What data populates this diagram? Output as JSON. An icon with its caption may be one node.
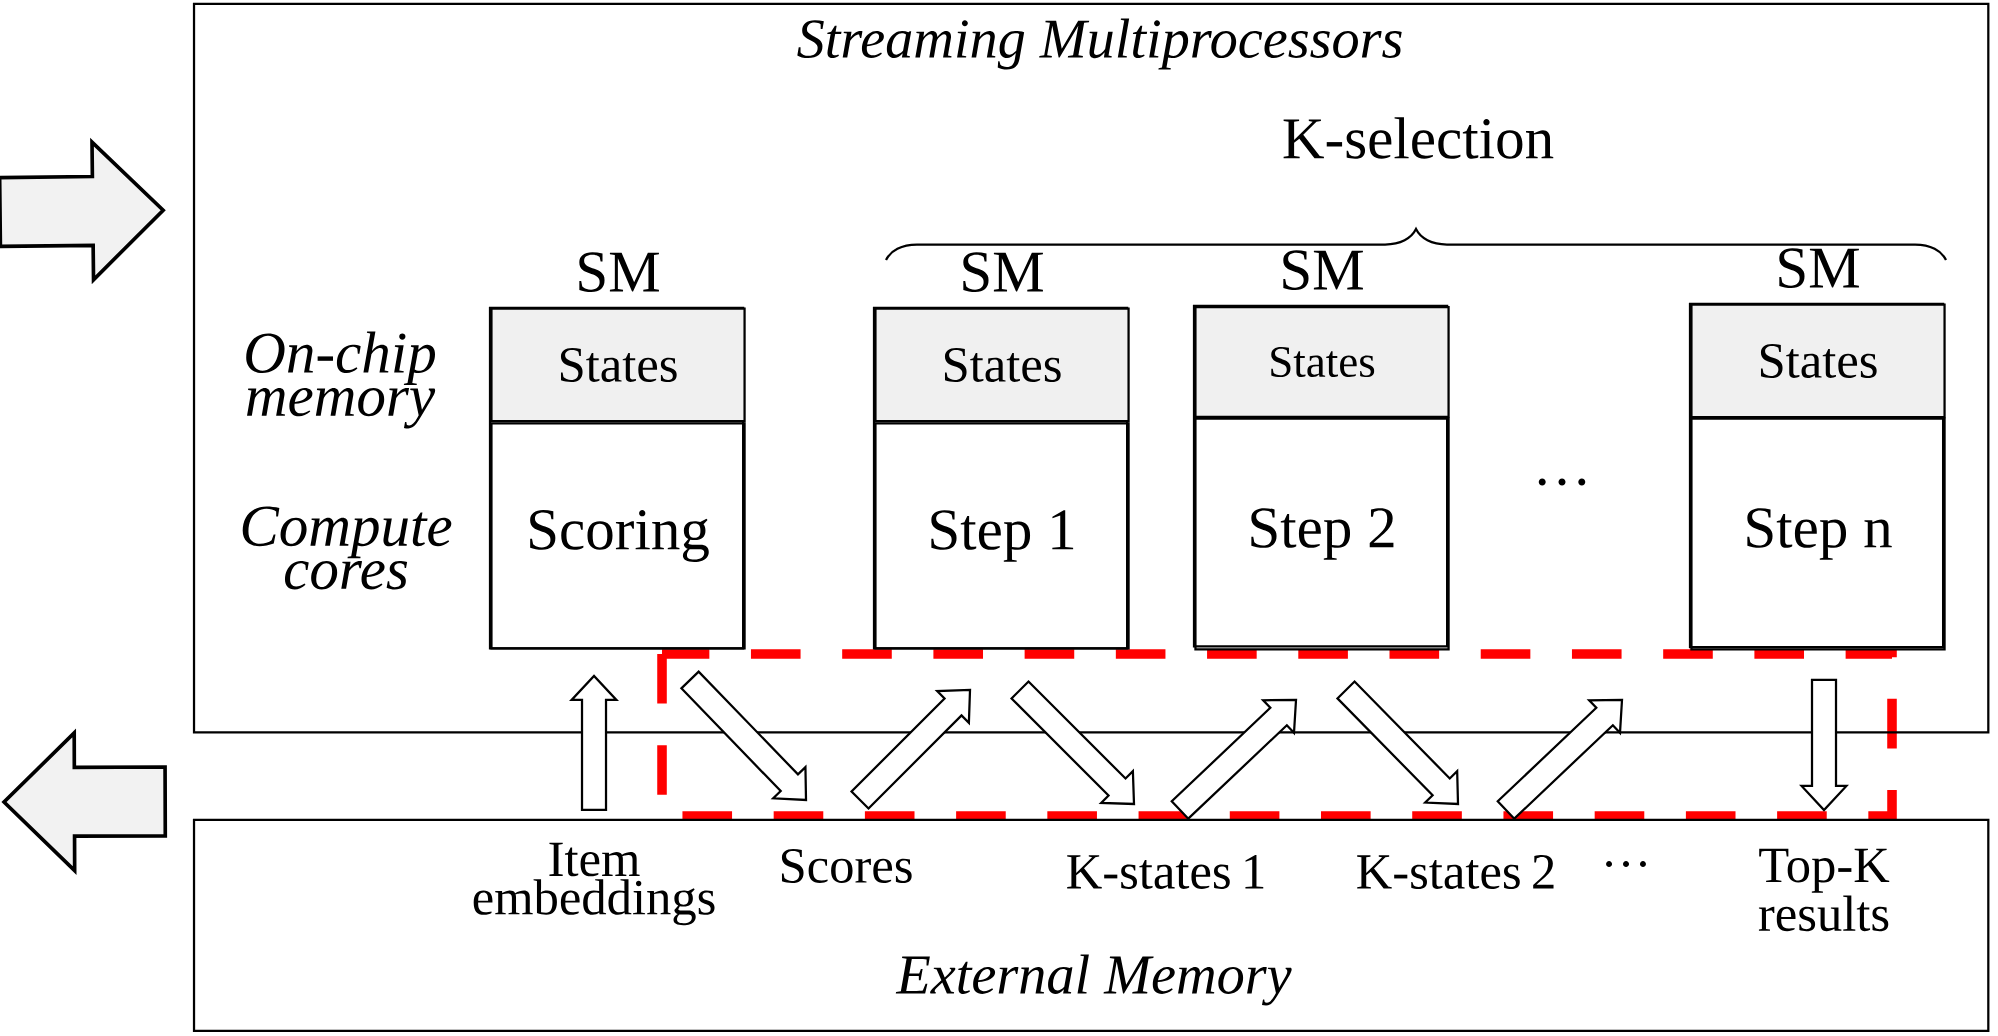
{
  "diagram": {
    "nodes": [
      {
        "text": [
          "Streaming Multiprocessors"
        ]
      },
      {
        "text": [
          "SM"
        ],
        "in": 0
      },
      {
        "text": [
          "States"
        ],
        "in": 1
      },
      {
        "text": [
          "Scoring"
        ],
        "in": 1
      },
      {
        "text": [
          "SM"
        ],
        "in": 0
      },
      {
        "text": [
          "States"
        ],
        "in": 4
      },
      {
        "text": [
          "Step 1"
        ],
        "in": 4
      },
      {
        "text": [
          "SM"
        ],
        "in": 0
      },
      {
        "text": [
          "States"
        ],
        "in": 7
      },
      {
        "text": [
          "Step 2"
        ],
        "in": 7
      },
      {
        "text": [
          "SM"
        ],
        "in": 0
      },
      {
        "text": [
          "States"
        ],
        "in": 10
      },
      {
        "text": [
          "Step n"
        ],
        "in": 10
      },
      {
        "text": [
          "External Memory"
        ]
      },
      {
        "text": [
          "Item embeddings"
        ],
        "in": 13
      },
      {
        "text": [
          "Scores"
        ],
        "in": 13
      },
      {
        "text": [
          "K-states 1"
        ],
        "in": 13
      },
      {
        "text": [
          "K-states 2"
        ],
        "in": 13
      },
      {
        "text": [
          "Top-K results"
        ],
        "in": 13
      }
    ],
    "edges": [
      {
        "from": null,
        "to": 0,
        "arrow": "to",
        "style": "thick",
        "color": "#f2f2f2"
      },
      {
        "from": 13,
        "to": null,
        "arrow": "to",
        "style": "thick",
        "color": "#f2f2f2"
      },
      {
        "from": 14,
        "to": 3,
        "arrow": "to"
      },
      {
        "from": 3,
        "to": 15,
        "arrow": "to"
      },
      {
        "from": 15,
        "to": 6,
        "arrow": "to"
      },
      {
        "from": 6,
        "to": 16,
        "arrow": "to"
      },
      {
        "from": 16,
        "to": 9,
        "arrow": "to"
      },
      {
        "from": 9,
        "to": 17,
        "arrow": "to"
      },
      {
        "from": 17,
        "to": null,
        "arrow": "to"
      },
      {
        "from": 12,
        "to": 18,
        "arrow": "to"
      }
    ],
    "labels": [
      "K-selection",
      "On-chip memory",
      "Compute cores",
      "…",
      "…"
    ]
  }
}
